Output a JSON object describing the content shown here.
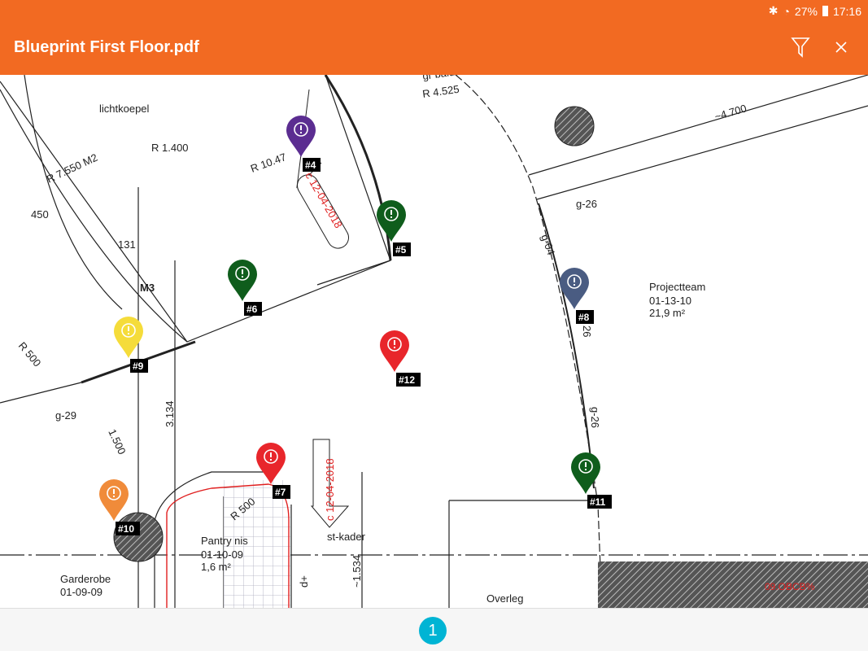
{
  "status": {
    "battery": "27%",
    "time": "17:16",
    "icons": [
      "bluetooth-icon",
      "wifi-icon",
      "battery-icon"
    ]
  },
  "appbar": {
    "title": "Blueprint First Floor.pdf",
    "filter_icon": "filter-icon",
    "close_icon": "close-icon"
  },
  "blueprint": {
    "labels": [
      "lichtkoepel",
      "R 1.400",
      "R 7.550 M2",
      "R 10.47",
      "450",
      "131",
      "M3",
      "R 500",
      "g-29",
      "1.500",
      "3.134",
      "R 500",
      "st-kader",
      "~1.534",
      "d+",
      "g-26",
      "g-04",
      "26",
      "g-26",
      "~4.700",
      "gr balustrade",
      "R 4.525"
    ],
    "rooms": [
      {
        "name": "Projectteam",
        "code": "01-13-10",
        "area": "21,9 m²"
      },
      {
        "name": "Pantry nis",
        "code": "01-10-09",
        "area": "1,6 m²"
      },
      {
        "name": "Garderobe",
        "code": "01-09-09"
      },
      {
        "name": "Overleg"
      }
    ],
    "stamps": [
      "c 12-04-2018",
      "c 12-04-2018"
    ],
    "hatch_text": "09.OBCB%"
  },
  "pins": [
    {
      "label": "#4",
      "color": "#5b2d91"
    },
    {
      "label": "#5",
      "color": "#0f5d1c"
    },
    {
      "label": "#6",
      "color": "#0f5d1c"
    },
    {
      "label": "#7",
      "color": "#e8262b"
    },
    {
      "label": "#8",
      "color": "#4a5c82"
    },
    {
      "label": "#9",
      "color": "#f5dc3a"
    },
    {
      "label": "#10",
      "color": "#f08b3a"
    },
    {
      "label": "#11",
      "color": "#0f5d1c"
    },
    {
      "label": "#12",
      "color": "#e8262b"
    }
  ],
  "pagination": {
    "current": "1"
  }
}
